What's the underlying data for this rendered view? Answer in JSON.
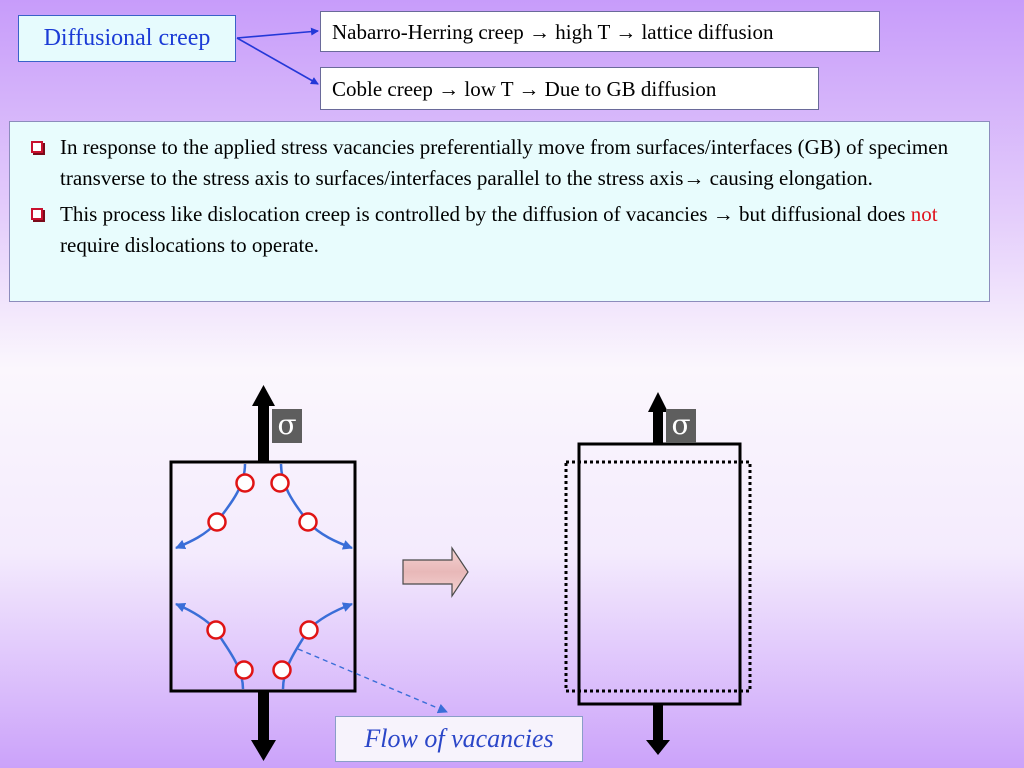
{
  "header": {
    "title": "Diffusional creep",
    "nabarro_herring": "Nabarro-Herring creep → high T → lattice diffusion",
    "coble": "Coble creep → low T → Due to GB diffusion"
  },
  "bullets": {
    "b1": "In response to the applied stress vacancies preferentially move from surfaces/interfaces (GB) of specimen transverse to the stress axis to surfaces/interfaces parallel to the stress axis→ causing elongation.",
    "b2_pre": "This process like dislocation creep is controlled by the diffusion of vacancies → but diffusional does ",
    "b2_highlight": "not",
    "b2_post": " require dislocations to operate."
  },
  "diagram": {
    "sigma_left": "σ",
    "sigma_right": "σ",
    "flow_label": "Flow of vacancies"
  },
  "colors": {
    "title_text": "#1b3bd6",
    "vacancy_ring": "#e01414",
    "flow_line": "#3a6ed8",
    "highlight": "#e0141e"
  }
}
